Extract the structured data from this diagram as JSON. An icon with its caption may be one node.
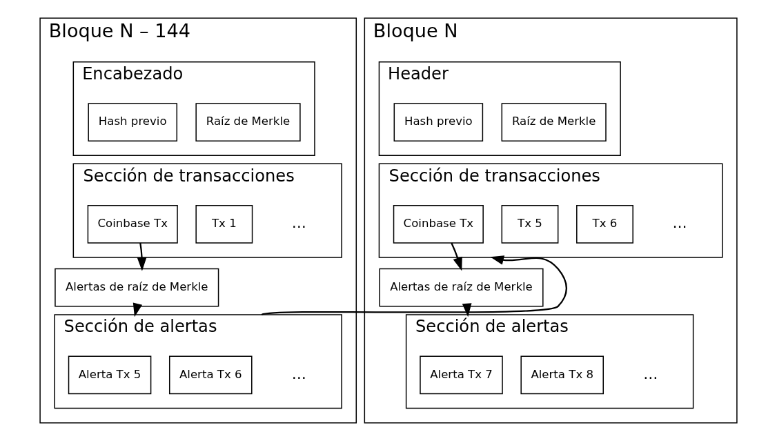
{
  "diagram": {
    "nodes": [
      {
        "text": [
          "Bloque N – 144"
        ]
      },
      {
        "text": [
          "Encabezado"
        ],
        "in": 0
      },
      {
        "text": [
          "Hash previo"
        ],
        "in": 1
      },
      {
        "text": [
          "Raíz de Merkle"
        ],
        "in": 1
      },
      {
        "text": [
          "Sección de transacciones"
        ],
        "in": 0
      },
      {
        "text": [
          "Coinbase Tx"
        ],
        "in": 4
      },
      {
        "text": [
          "Tx 1"
        ],
        "in": 4
      },
      {
        "text": [
          "Alertas de raíz de Merkle"
        ],
        "in": 0
      },
      {
        "text": [
          "Sección de alertas"
        ],
        "in": 0
      },
      {
        "text": [
          "Alerta Tx 5"
        ],
        "in": 8
      },
      {
        "text": [
          "Alerta Tx 6"
        ],
        "in": 8
      },
      {
        "text": [
          "Bloque N"
        ]
      },
      {
        "text": [
          "Header"
        ],
        "in": 11
      },
      {
        "text": [
          "Hash previo"
        ],
        "in": 12
      },
      {
        "text": [
          "Raíz de Merkle"
        ],
        "in": 12
      },
      {
        "text": [
          "Sección de transacciones"
        ],
        "in": 11
      },
      {
        "text": [
          "Coinbase Tx"
        ],
        "in": 15
      },
      {
        "text": [
          "Tx 5"
        ],
        "in": 15
      },
      {
        "text": [
          "Tx 6"
        ],
        "in": 15
      },
      {
        "text": [
          "Alertas de raíz de Merkle"
        ],
        "in": 11
      },
      {
        "text": [
          "Sección de alertas"
        ],
        "in": 11
      },
      {
        "text": [
          "Alerta Tx 7"
        ],
        "in": 20
      },
      {
        "text": [
          "Alerta Tx 8"
        ],
        "in": 20
      }
    ],
    "edges": [
      {
        "from": 5,
        "to": 7,
        "arrow": "to"
      },
      {
        "from": 7,
        "to": 8,
        "arrow": "to"
      },
      {
        "from": 8,
        "to": 15,
        "arrow": "to"
      },
      {
        "from": 16,
        "to": 19,
        "arrow": "to"
      },
      {
        "from": 19,
        "to": 20,
        "arrow": "to"
      }
    ],
    "labels": [
      "…",
      "…",
      "…",
      "…"
    ]
  }
}
